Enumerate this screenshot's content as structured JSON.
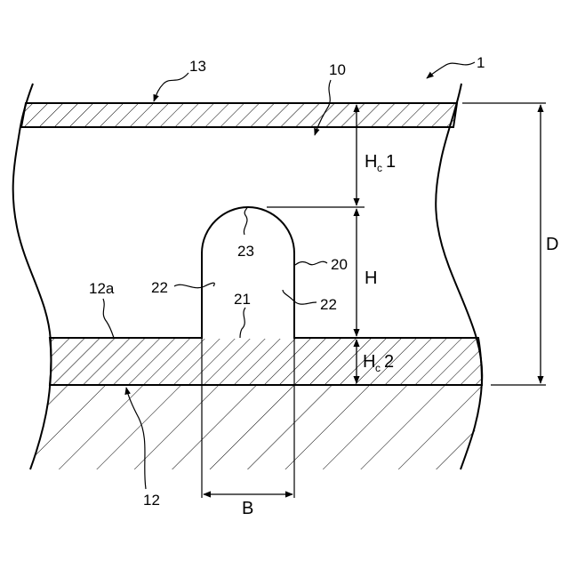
{
  "labels": {
    "device": "1",
    "layer_10": "10",
    "layer_13": "13",
    "substrate_12": "12",
    "surface_12a": "12a",
    "protrusion_20": "20",
    "base_21": "21",
    "side_22_left": "22",
    "side_22_right": "22",
    "top_23": "23"
  },
  "dimensions": {
    "hc1_main": "H",
    "hc1_sub": "c",
    "hc1_num": "1",
    "h": "H",
    "hc2_main": "H",
    "hc2_sub": "c",
    "hc2_num": "2",
    "d": "D",
    "b": "B"
  }
}
